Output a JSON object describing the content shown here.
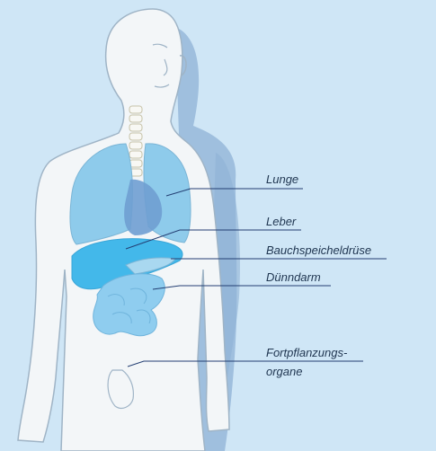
{
  "labels": {
    "lunge": "Lunge",
    "leber": "Leber",
    "bauchspeicheldruese": "Bauchspeicheldrüse",
    "duenndarm": "Dünndarm",
    "fortpflanzung_line1": "Fortpflanzungs-",
    "fortpflanzung_line2": "organe"
  },
  "colors": {
    "background": "#cfe6f6",
    "body_fill": "#f3f6f8",
    "body_outline": "#9fb4c6",
    "shadow_body": "#8fb2d6",
    "lung": "#8ecbeb",
    "heart": "#6f9fd2",
    "liver": "#43b8ea",
    "intestine": "#8fcdef",
    "leader_line": "#243f73"
  }
}
